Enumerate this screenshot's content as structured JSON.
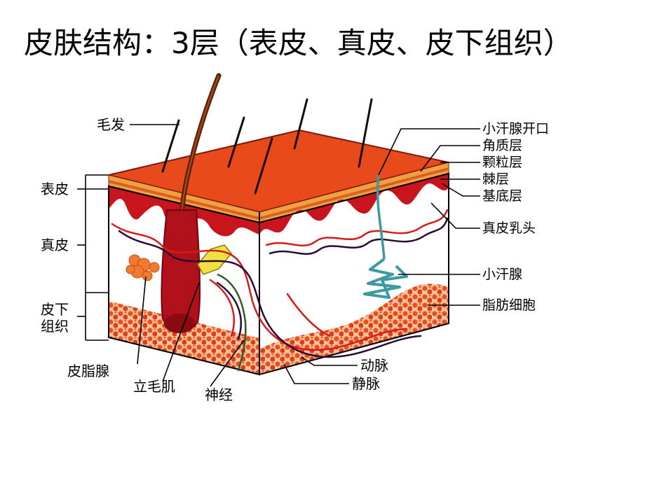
{
  "title": "皮肤结构：3层（表皮、真皮、皮下组织）",
  "labels_left": {
    "hair": "毛发",
    "epidermis": "表皮",
    "dermis": "真皮",
    "subcutaneous_line1": "皮下",
    "subcutaneous_line2": "组织"
  },
  "labels_right": {
    "sweat_pore": "小汗腺开口",
    "stratum_corneum": "角质层",
    "stratum_granulosum": "颗粒层",
    "stratum_spinosum": "棘层",
    "stratum_basale": "基底层",
    "dermal_papilla": "真皮乳头",
    "sweat_gland": "小汗腺",
    "fat_cells": "脂肪细胞"
  },
  "labels_bottom": {
    "sebaceous_gland": "皮脂腺",
    "arrector_pili": "立毛肌",
    "nerve": "神经",
    "artery": "动脉",
    "vein": "静脉"
  },
  "colors": {
    "epidermis_top": "#e84a1c",
    "dermis_red": "#c8141c",
    "fat": "#e8501e",
    "sweat_duct": "#3a9aa0"
  }
}
